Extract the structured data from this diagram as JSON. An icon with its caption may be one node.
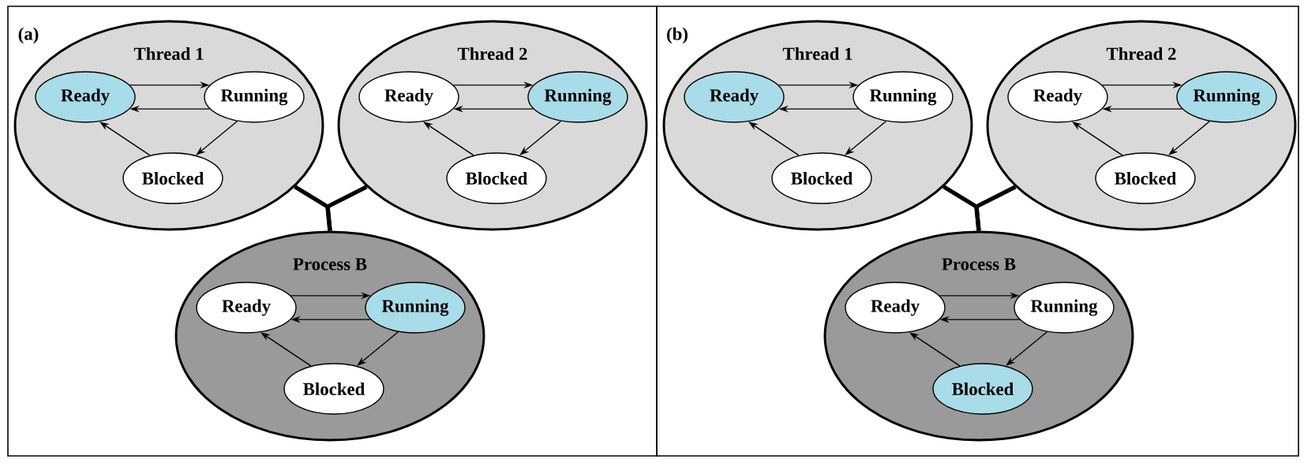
{
  "diagram": {
    "nodes": [
      {
        "text": [
          "Thread 1"
        ]
      },
      {
        "text": [
          "Ready"
        ],
        "in": 0
      },
      {
        "text": [
          "Running"
        ],
        "in": 0
      },
      {
        "text": [
          "Blocked"
        ],
        "in": 0
      },
      {
        "text": [
          "Thread 2"
        ]
      },
      {
        "text": [
          "Ready"
        ],
        "in": 4
      },
      {
        "text": [
          "Running"
        ],
        "in": 4
      },
      {
        "text": [
          "Blocked"
        ],
        "in": 4
      },
      {
        "text": [
          "Process B"
        ]
      },
      {
        "text": [
          "Ready"
        ],
        "in": 8
      },
      {
        "text": [
          "Running"
        ],
        "in": 8
      },
      {
        "text": [
          "Blocked"
        ],
        "in": 8
      },
      {
        "text": [
          "Thread 1"
        ]
      },
      {
        "text": [
          "Ready"
        ],
        "in": 12
      },
      {
        "text": [
          "Running"
        ],
        "in": 12
      },
      {
        "text": [
          "Blocked"
        ],
        "in": 12
      },
      {
        "text": [
          "Thread 2"
        ]
      },
      {
        "text": [
          "Ready"
        ],
        "in": 16
      },
      {
        "text": [
          "Running"
        ],
        "in": 16
      },
      {
        "text": [
          "Blocked"
        ],
        "in": 16
      },
      {
        "text": [
          "Process B"
        ]
      },
      {
        "text": [
          "Ready"
        ],
        "in": 20
      },
      {
        "text": [
          "Running"
        ],
        "in": 20
      },
      {
        "text": [
          "Blocked"
        ],
        "in": 20
      }
    ],
    "edges": [
      {
        "from": 1,
        "to": 2,
        "arrow": "to"
      },
      {
        "from": 2,
        "to": 1,
        "arrow": "to"
      },
      {
        "from": 2,
        "to": 3,
        "arrow": "to"
      },
      {
        "from": 3,
        "to": 1,
        "arrow": "to"
      },
      {
        "from": 5,
        "to": 6,
        "arrow": "to"
      },
      {
        "from": 6,
        "to": 5,
        "arrow": "to"
      },
      {
        "from": 6,
        "to": 7,
        "arrow": "to"
      },
      {
        "from": 7,
        "to": 5,
        "arrow": "to"
      },
      {
        "from": 9,
        "to": 10,
        "arrow": "to"
      },
      {
        "from": 10,
        "to": 9,
        "arrow": "to"
      },
      {
        "from": 10,
        "to": 11,
        "arrow": "to"
      },
      {
        "from": 11,
        "to": 9,
        "arrow": "to"
      },
      {
        "from": 0,
        "to": 8,
        "arrow": "none",
        "style": "thick"
      },
      {
        "from": 4,
        "to": 8,
        "arrow": "none",
        "style": "thick"
      },
      {
        "from": 13,
        "to": 14,
        "arrow": "to"
      },
      {
        "from": 14,
        "to": 13,
        "arrow": "to"
      },
      {
        "from": 14,
        "to": 15,
        "arrow": "to"
      },
      {
        "from": 15,
        "to": 13,
        "arrow": "to"
      },
      {
        "from": 17,
        "to": 18,
        "arrow": "to"
      },
      {
        "from": 18,
        "to": 17,
        "arrow": "to"
      },
      {
        "from": 18,
        "to": 19,
        "arrow": "to"
      },
      {
        "from": 19,
        "to": 17,
        "arrow": "to"
      },
      {
        "from": 21,
        "to": 22,
        "arrow": "to"
      },
      {
        "from": 22,
        "to": 21,
        "arrow": "to"
      },
      {
        "from": 22,
        "to": 23,
        "arrow": "to"
      },
      {
        "from": 23,
        "to": 21,
        "arrow": "to"
      },
      {
        "from": 12,
        "to": 20,
        "arrow": "none",
        "style": "thick"
      },
      {
        "from": 16,
        "to": 20,
        "arrow": "none",
        "style": "thick"
      }
    ],
    "labels": [
      "(a)",
      "(b)"
    ]
  }
}
